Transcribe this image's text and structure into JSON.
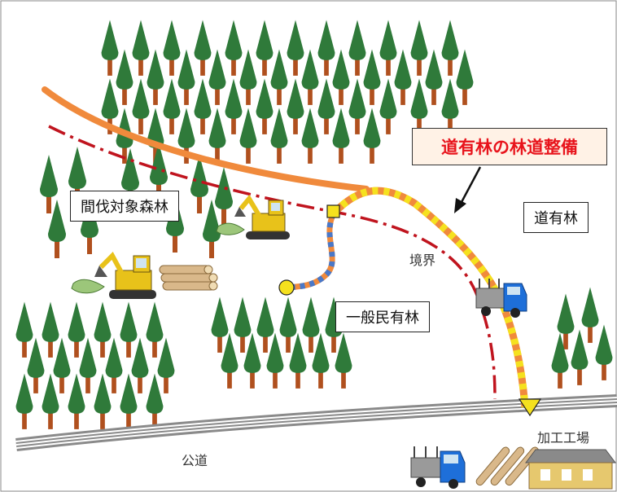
{
  "labels": {
    "title": "道有林の林道整備",
    "thinning_forest": "間伐対象森林",
    "state_forest": "道有林",
    "boundary": "境界",
    "private_forest": "一般民有林",
    "public_road": "公道",
    "processing_plant": "加工工場"
  },
  "colors": {
    "forest_road": "#f08a3c",
    "new_road_dash": "#f5e11e",
    "branch_road_dash": "#4a78c8",
    "boundary_line": "#c0141e",
    "tree_foliage": "#2f7a3a",
    "tree_trunk": "#b0501e",
    "title_text": "#e8141c",
    "truck_cab": "#1e6fd9",
    "machine": "#e8c21a"
  },
  "icons": [
    "conifer-tree-icon",
    "excavator-icon",
    "log-pile-icon",
    "logging-truck-icon",
    "factory-icon",
    "start-point-circle-icon",
    "junction-square-icon",
    "end-point-triangle-icon"
  ]
}
